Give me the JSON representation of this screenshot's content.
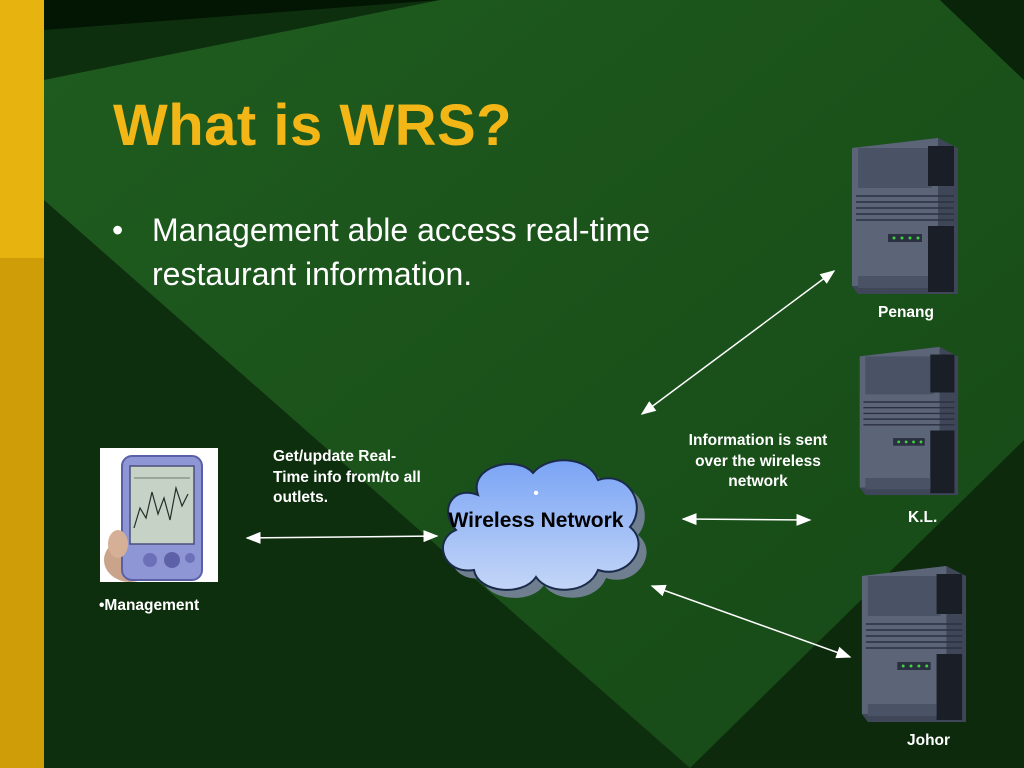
{
  "slide": {
    "title": "What is WRS?",
    "bullets": [
      {
        "marker": "•",
        "text": "Management able access real-time restaurant information."
      }
    ]
  },
  "diagram": {
    "management_label": "•Management",
    "left_arrow_label": "Get/update Real-Time info from/to all outlets.",
    "cloud_marker": "•",
    "cloud_label": "Wireless Network",
    "right_arrow_label": "Information is sent over the wireless network",
    "servers": [
      {
        "label": "Penang",
        "icon": "server-tower-icon"
      },
      {
        "label": "K.L.",
        "icon": "server-tower-icon"
      },
      {
        "label": "Johor",
        "icon": "server-tower-icon"
      }
    ]
  },
  "colors": {
    "title": "#f2b616",
    "left_bar_top": "#e7b40f",
    "left_bar_bottom": "#cf9d07",
    "background_dark": "#021402",
    "background_green": "#1e5a1e",
    "cloud_fill": "#8fb4f5",
    "text": "#ffffff"
  }
}
